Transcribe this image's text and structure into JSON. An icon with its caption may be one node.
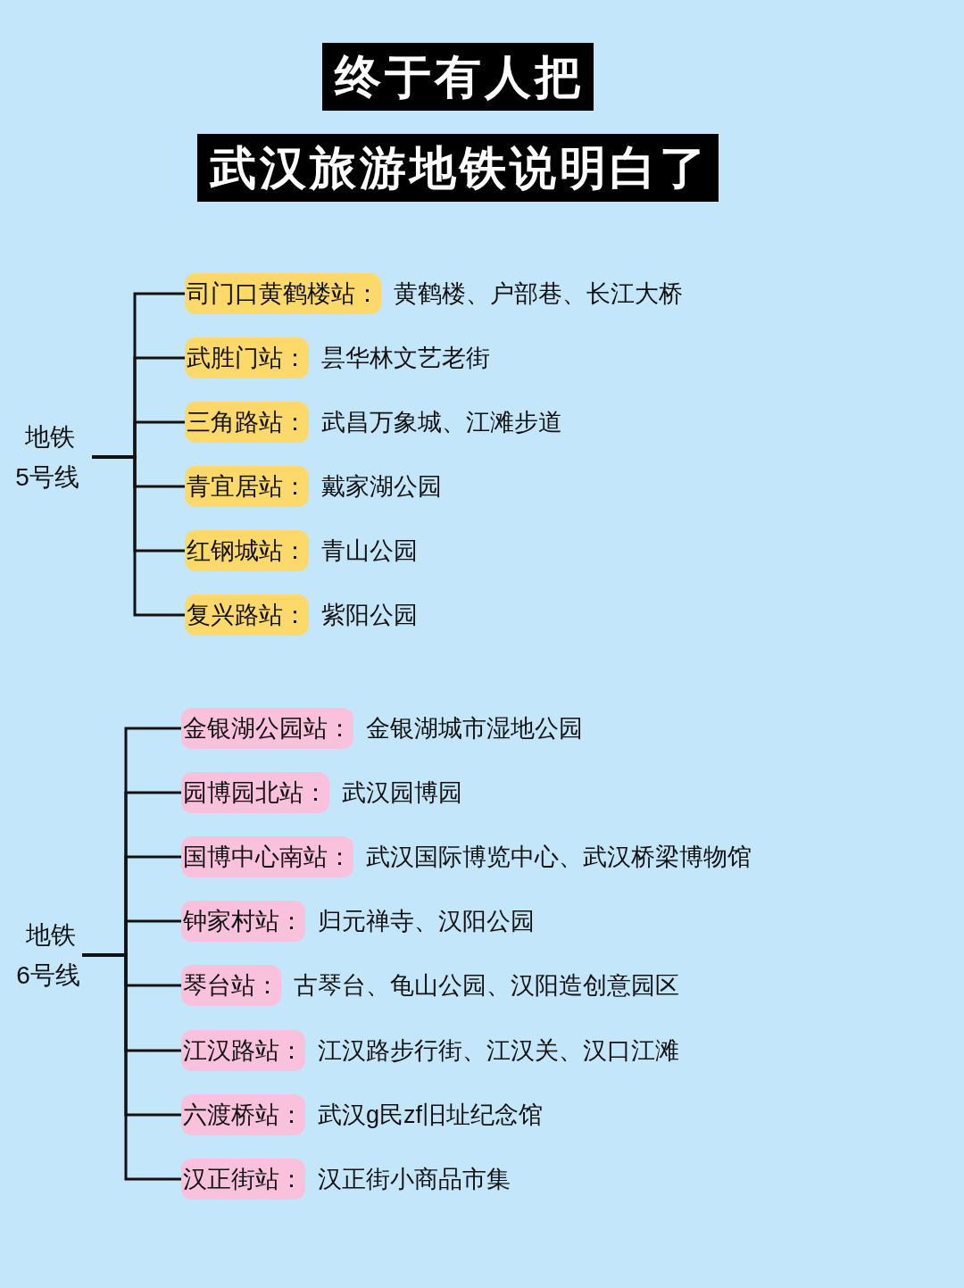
{
  "diagram": {
    "title": "终于有人把武汉旅游地铁说明白了",
    "nodes": [
      {
        "text": [
          "地铁5号线"
        ]
      },
      {
        "text": [
          "司门口黄鹤楼站："
        ],
        "beside": [
          "黄鹤楼、户部巷、长江大桥"
        ]
      },
      {
        "text": [
          "武胜门站："
        ],
        "beside": [
          "昙华林文艺老街"
        ]
      },
      {
        "text": [
          "三角路站："
        ],
        "beside": [
          "武昌万象城、江滩步道"
        ]
      },
      {
        "text": [
          "青宜居站："
        ],
        "beside": [
          "戴家湖公园"
        ]
      },
      {
        "text": [
          "红钢城站："
        ],
        "beside": [
          "青山公园"
        ]
      },
      {
        "text": [
          "复兴路站："
        ],
        "beside": [
          "紫阳公园"
        ]
      },
      {
        "text": [
          "地铁6号线"
        ]
      },
      {
        "text": [
          "金银湖公园站："
        ],
        "beside": [
          "金银湖城市湿地公园"
        ]
      },
      {
        "text": [
          "园博园北站："
        ],
        "beside": [
          "武汉园博园"
        ]
      },
      {
        "text": [
          "国博中心南站："
        ],
        "beside": [
          "武汉国际博览中心、武汉桥梁博物馆"
        ]
      },
      {
        "text": [
          "钟家村站："
        ],
        "beside": [
          "归元禅寺、汉阳公园"
        ]
      },
      {
        "text": [
          "琴台站："
        ],
        "beside": [
          "古琴台、龟山公园、汉阳造创意园区"
        ]
      },
      {
        "text": [
          "江汉路站："
        ],
        "beside": [
          "江汉路步行街、江汉关、汉口江滩"
        ]
      },
      {
        "text": [
          "六渡桥站："
        ],
        "beside": [
          "武汉g民zf旧址纪念馆"
        ]
      },
      {
        "text": [
          "汉正街站："
        ],
        "beside": [
          "汉正街小商品市集"
        ]
      }
    ],
    "edges": [
      {
        "from": 0,
        "to": 1,
        "arrow": "none"
      },
      {
        "from": 0,
        "to": 2,
        "arrow": "none"
      },
      {
        "from": 0,
        "to": 3,
        "arrow": "none"
      },
      {
        "from": 0,
        "to": 4,
        "arrow": "none"
      },
      {
        "from": 0,
        "to": 5,
        "arrow": "none"
      },
      {
        "from": 0,
        "to": 6,
        "arrow": "none"
      },
      {
        "from": 7,
        "to": 8,
        "arrow": "none"
      },
      {
        "from": 7,
        "to": 9,
        "arrow": "none"
      },
      {
        "from": 7,
        "to": 10,
        "arrow": "none"
      },
      {
        "from": 7,
        "to": 11,
        "arrow": "none"
      },
      {
        "from": 7,
        "to": 12,
        "arrow": "none"
      },
      {
        "from": 7,
        "to": 13,
        "arrow": "none"
      },
      {
        "from": 7,
        "to": 14,
        "arrow": "none"
      },
      {
        "from": 7,
        "to": 15,
        "arrow": "none"
      }
    ]
  }
}
